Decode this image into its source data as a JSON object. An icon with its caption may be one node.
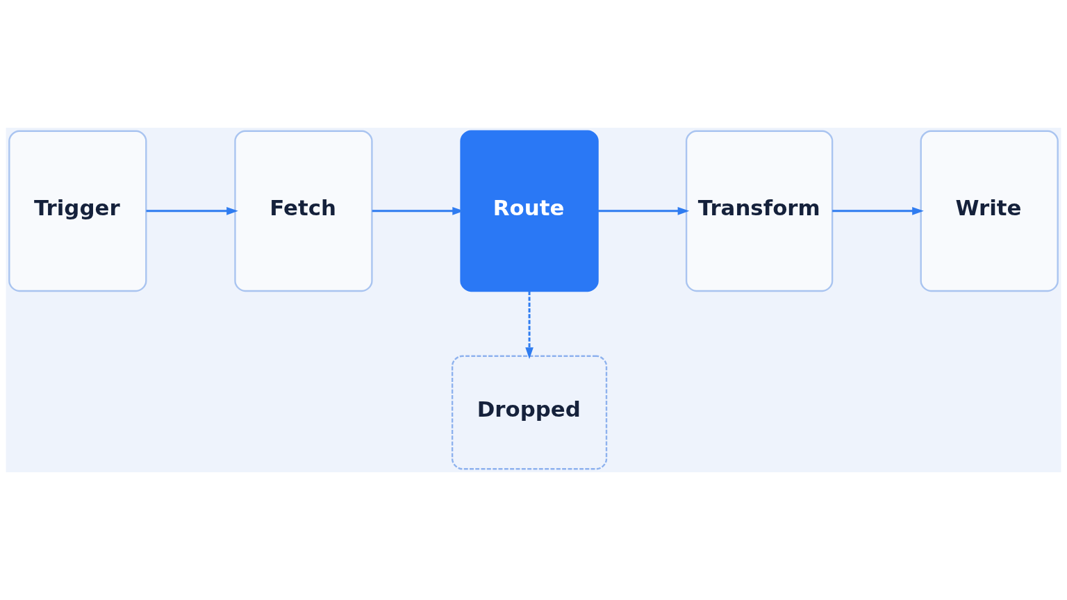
{
  "diagram": {
    "nodes": [
      {
        "text": [
          "Trigger"
        ]
      },
      {
        "text": [
          "Fetch"
        ]
      },
      {
        "text": [
          "Route"
        ]
      },
      {
        "text": [
          "Transform"
        ]
      },
      {
        "text": [
          "Write"
        ]
      },
      {
        "text": [
          "Dropped"
        ]
      }
    ],
    "edges": [
      {
        "from": 0,
        "to": 1,
        "arrow": "to"
      },
      {
        "from": 1,
        "to": 2,
        "arrow": "to"
      },
      {
        "from": 2,
        "to": 3,
        "arrow": "to"
      },
      {
        "from": 3,
        "to": 4,
        "arrow": "to"
      },
      {
        "from": 2,
        "to": 5,
        "arrow": "to",
        "style": "dashed"
      }
    ]
  }
}
